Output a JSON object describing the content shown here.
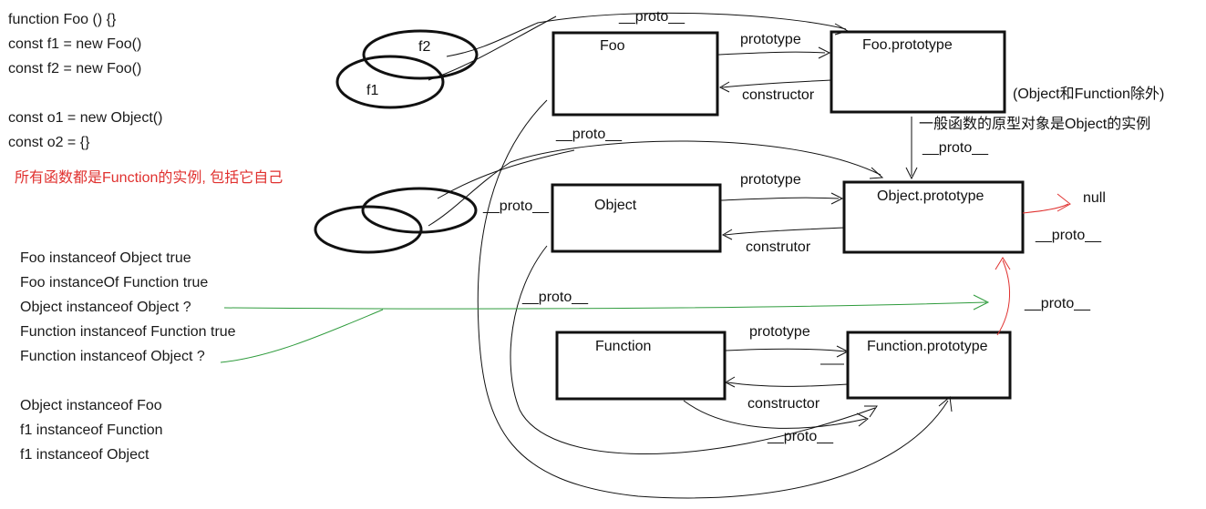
{
  "code": {
    "lines": [
      "function Foo () {}",
      "const f1 = new Foo()",
      "const f2 = new Foo()",
      "const o1 = new Object()",
      "const o2 = {}"
    ],
    "note_all_functions": "所有函数都是Function的实例, 包括它自己"
  },
  "questions": [
    "Foo instanceof Object  true",
    "Foo instanceOf Function  true",
    "Object instanceof Object  ?",
    "Function instanceof Function  true",
    "Function instanceof Object  ?",
    "Object instanceof Foo",
    "f1 instanceof Function",
    "f1 instanceof Object"
  ],
  "instances": {
    "f1": "f1",
    "f2": "f2"
  },
  "boxes": {
    "foo": "Foo",
    "foo_prototype": "Foo.prototype",
    "object": "Object",
    "object_prototype": "Object.prototype",
    "function": "Function",
    "function_prototype": "Function.prototype"
  },
  "edges": {
    "prototype": "prototype",
    "constructor": "constructor",
    "construtor": "construtor",
    "proto": "__proto__"
  },
  "annotations": {
    "object_function_except": "(Object和Function除外)",
    "general_prototype_note": "一般函数的原型对象是Object的实例",
    "null": "null"
  },
  "colors": {
    "accent_red": "#e0312f",
    "green_arrow": "#2e9b3c",
    "ink": "#111111"
  }
}
